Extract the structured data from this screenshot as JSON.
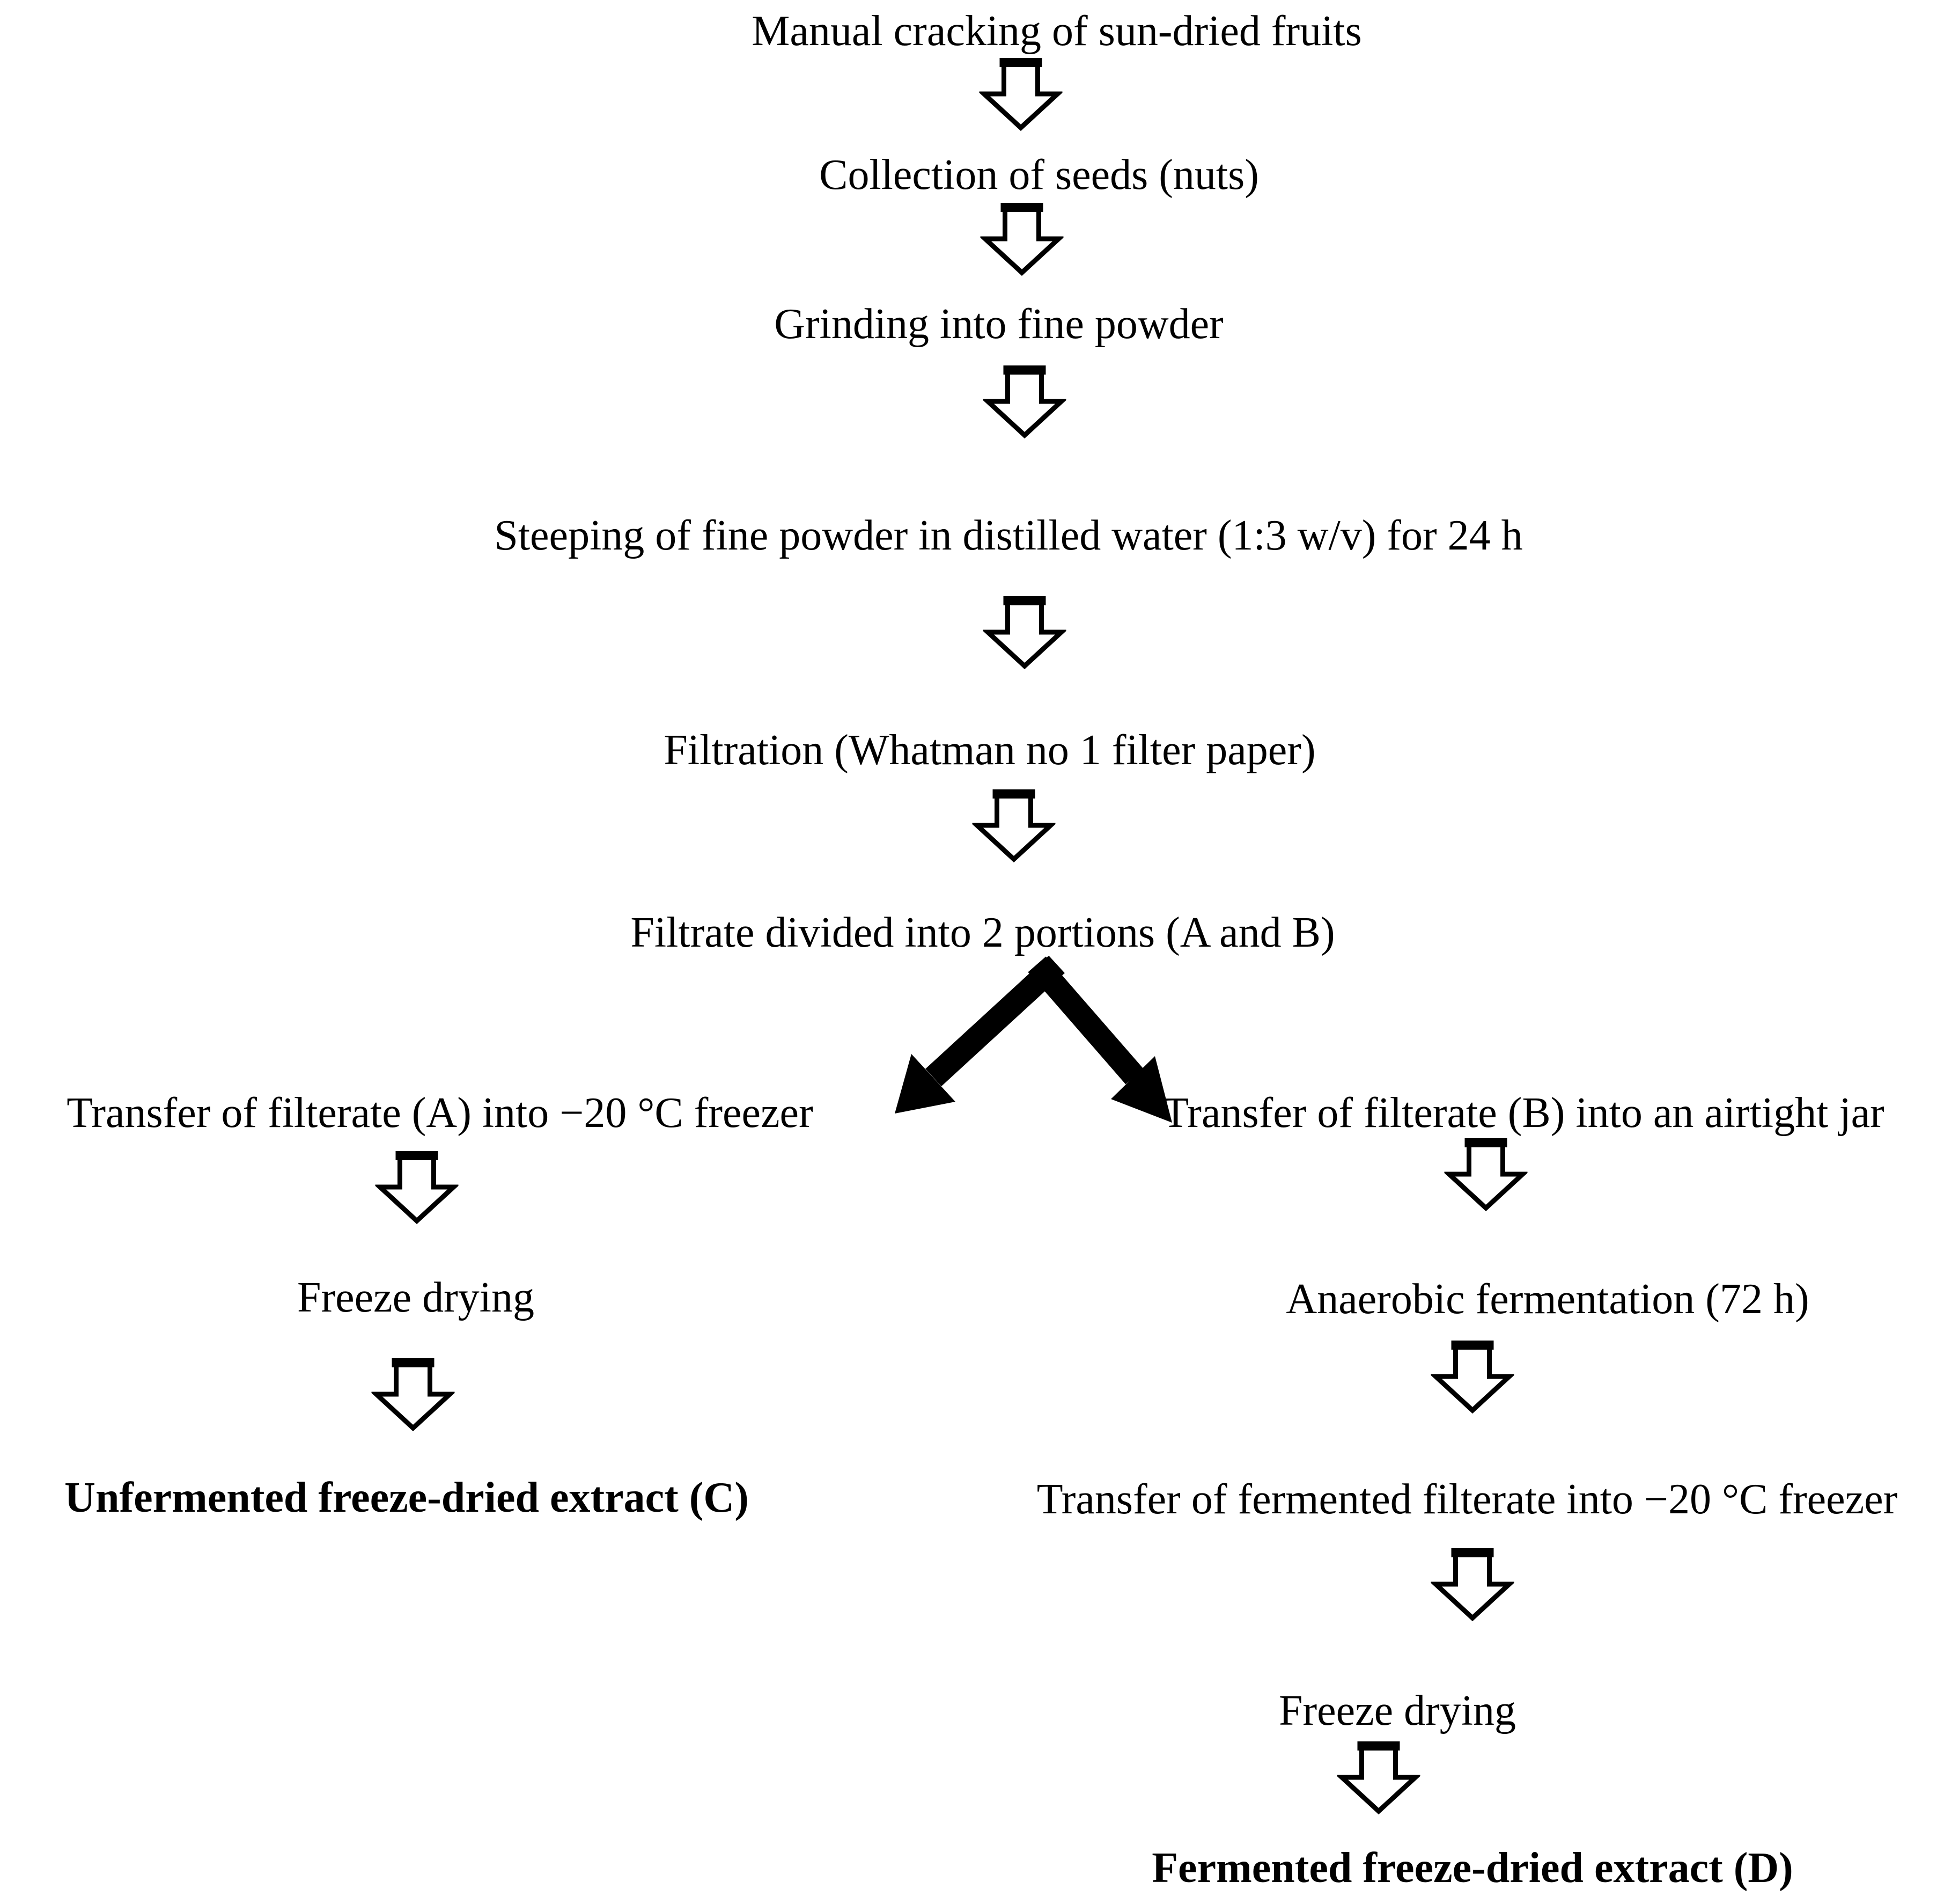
{
  "colors": {
    "background": "#ffffff",
    "ink": "#000000"
  },
  "flowchart": {
    "main": [
      {
        "label": "Manual cracking of sun-dried fruits"
      },
      {
        "label": "Collection of seeds (nuts)"
      },
      {
        "label": "Grinding into fine powder"
      },
      {
        "label": "Steeping of fine powder in distilled water (1:3 w/v) for 24 h"
      },
      {
        "label": "Filtration (Whatman no 1 filter paper)"
      },
      {
        "label": "Filtrate divided into 2 portions (A and B)"
      }
    ],
    "left_branch": [
      {
        "label": "Transfer of filterate (A) into −20 °C freezer"
      },
      {
        "label": "Freeze drying"
      },
      {
        "label": "Unfermented freeze-dried extract (C)",
        "bold": true
      }
    ],
    "right_branch": [
      {
        "label": "Transfer of filterate (B) into an airtight jar"
      },
      {
        "label": "Anaerobic fermentation (72 h)"
      },
      {
        "label": "Transfer of fermented filterate into −20 °C freezer"
      },
      {
        "label": "Freeze drying"
      },
      {
        "label": "Fermented freeze-dried extract (D)",
        "bold": true
      }
    ],
    "icons": {
      "down_arrow": "down-block-arrow-icon",
      "split_left": "split-arrow-left-icon",
      "split_right": "split-arrow-right-icon"
    }
  }
}
